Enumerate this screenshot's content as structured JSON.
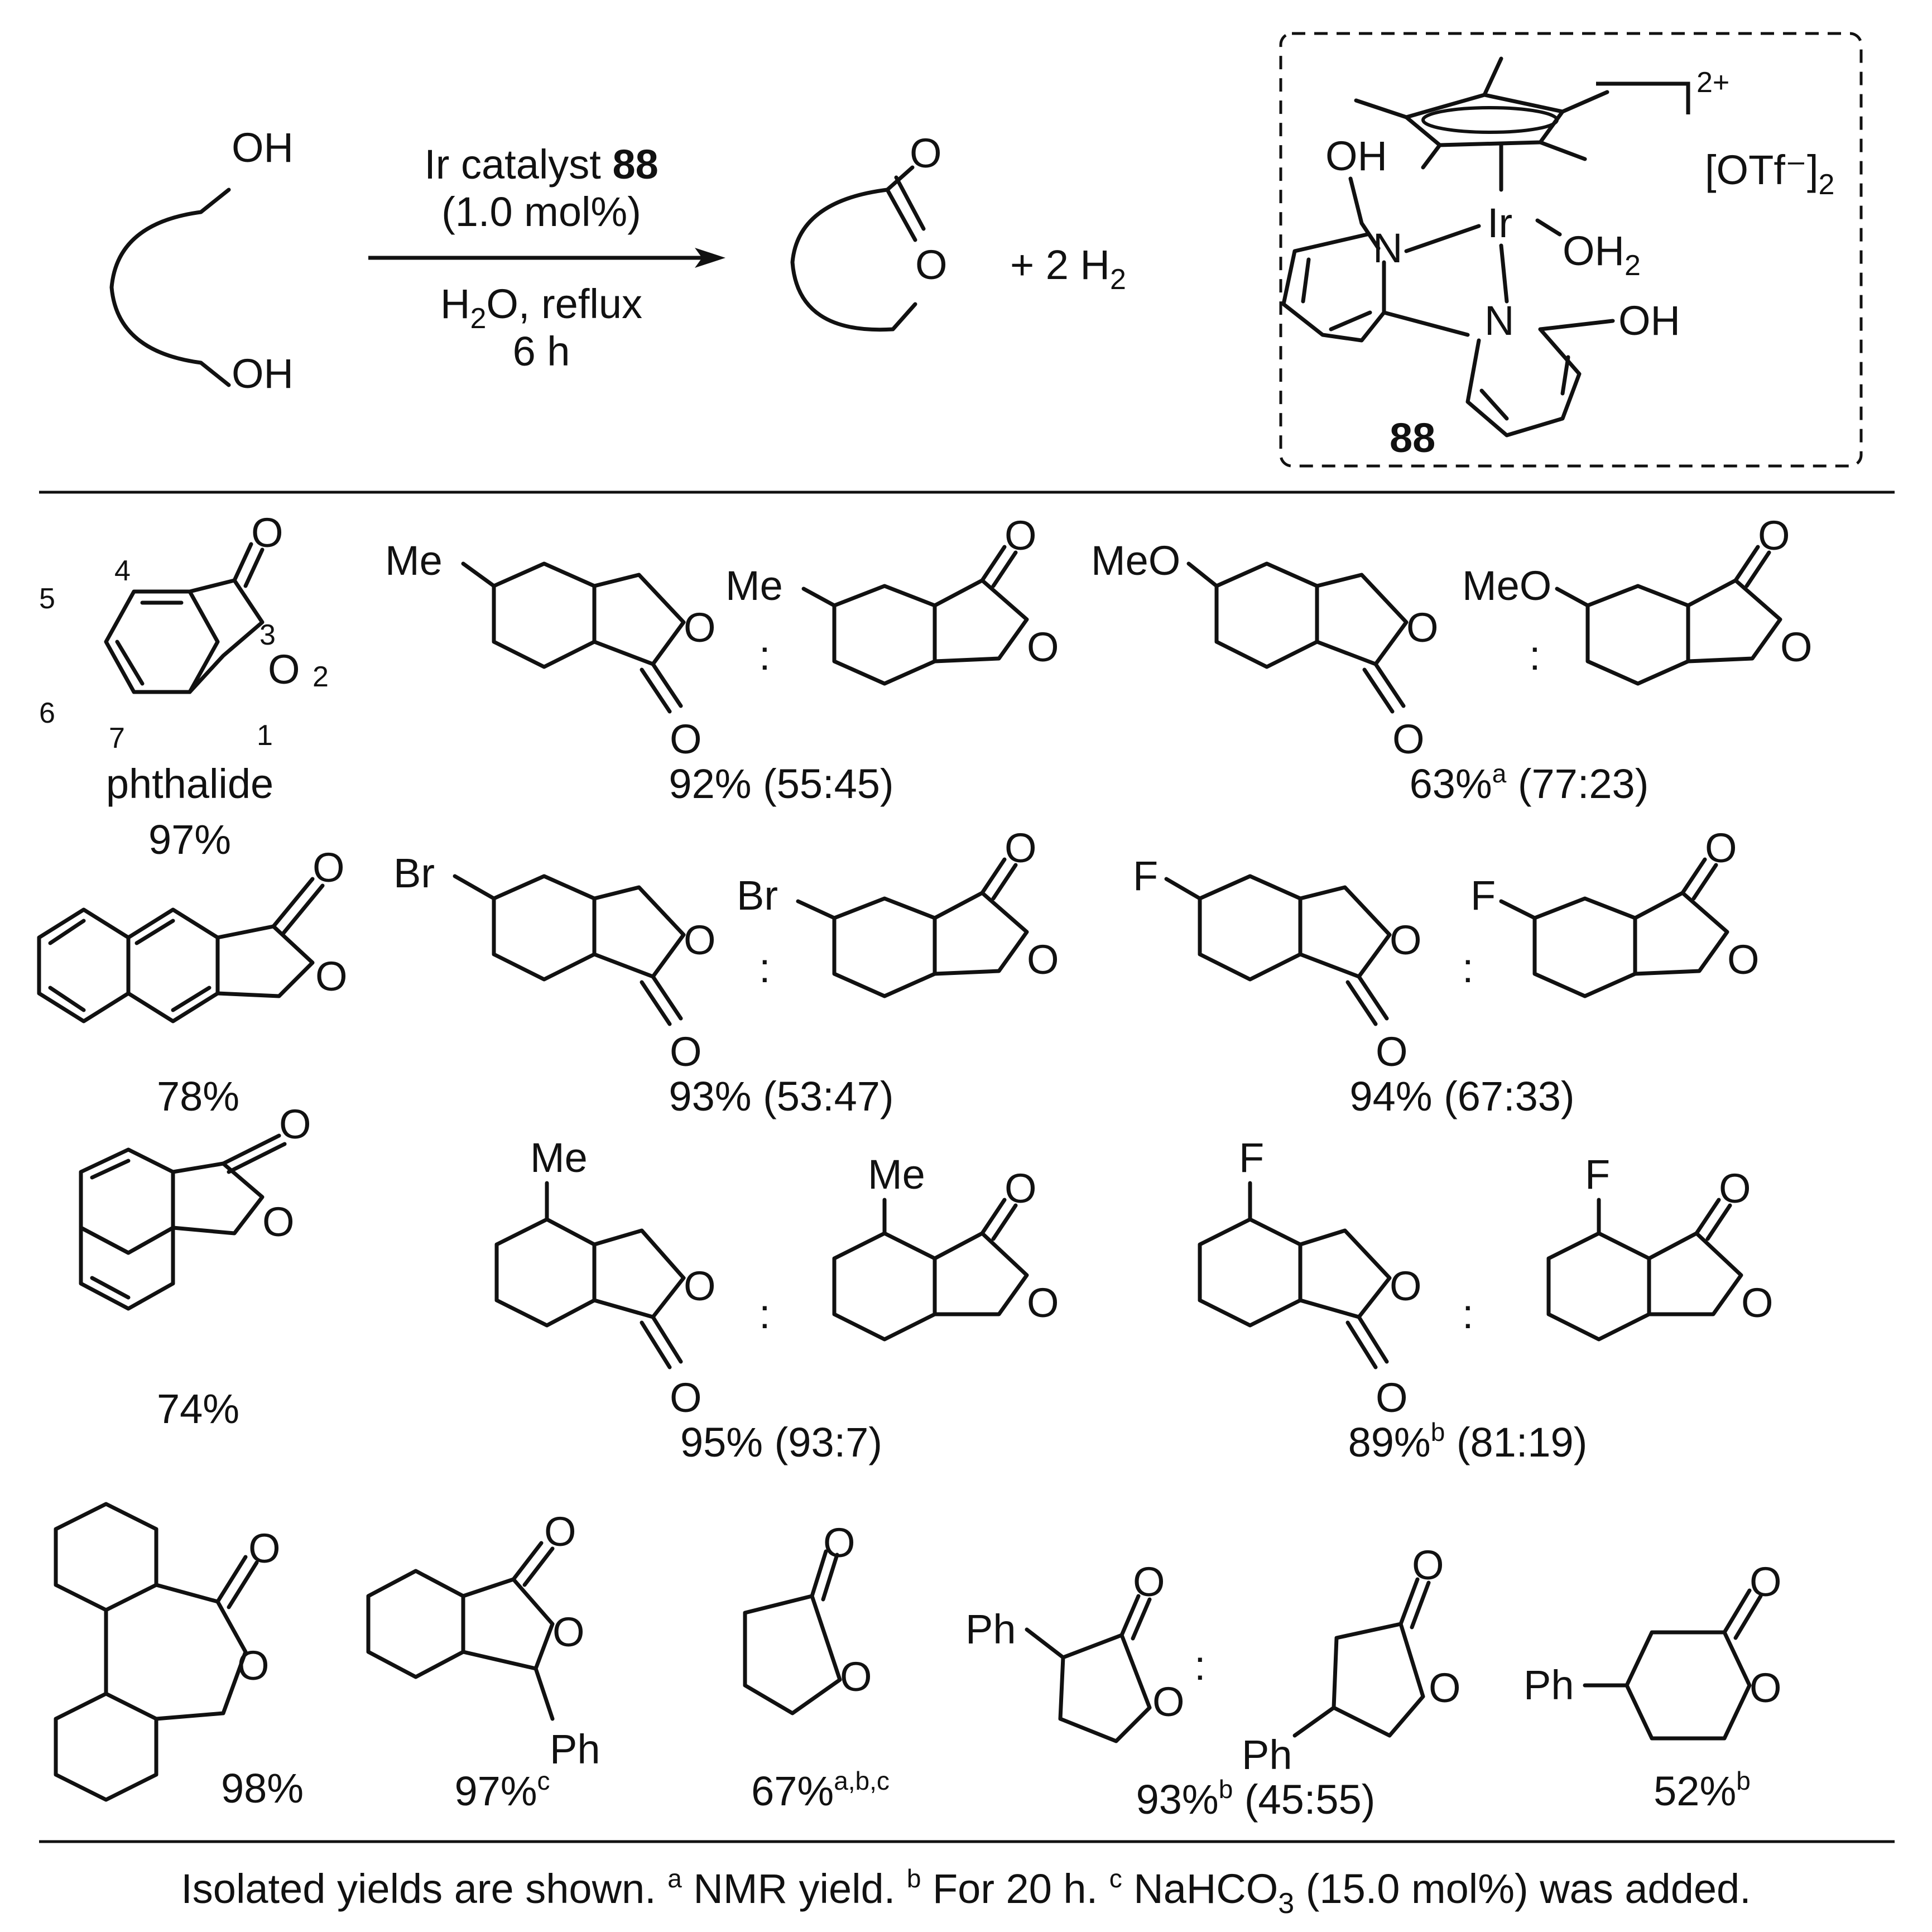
{
  "reaction": {
    "oh": "OH",
    "catalyst_prefix": "Ir catalyst ",
    "catalyst_number": "88",
    "loading": "(1.0 mol%)",
    "solvent_h": "H",
    "solvent_rest": "O, reflux",
    "time": "6 h",
    "o": "O",
    "plus_h2": "+  2 H",
    "sub2": "2"
  },
  "catalyst": {
    "charge": "2+",
    "counterion": "[OTf⁻]",
    "ir": "Ir",
    "oh2": "OH",
    "oh": "OH",
    "n": "N",
    "number": "88"
  },
  "labels": {
    "o": "O",
    "colon": ":",
    "ph": "Ph"
  },
  "products": [
    {
      "name": "phthalide",
      "yield": "97%",
      "pos1": "1",
      "pos2": "2",
      "pos3": "3",
      "pos4": "4",
      "pos5": "5",
      "pos6": "6",
      "pos7": "7"
    },
    {
      "substituent": "Me",
      "yield": "92% (55:45)"
    },
    {
      "substituent": "MeO",
      "yield_value": "63%",
      "note": "a",
      "ratio": " (77:23)"
    },
    {
      "yield": "78%"
    },
    {
      "substituent": "Br",
      "yield": "93% (53:47)"
    },
    {
      "substituent": "F",
      "yield": "94% (67:33)"
    },
    {
      "yield": "74%"
    },
    {
      "substituent": "Me",
      "yield": "95% (93:7)"
    },
    {
      "substituent": "F",
      "yield_value": "89%",
      "note": "b",
      "ratio": " (81:19)"
    },
    {
      "yield": "98%"
    },
    {
      "yield_value": "97%",
      "note": "c"
    },
    {
      "yield_value": "67%",
      "note": "a,b,c"
    },
    {
      "yield_value": "93%",
      "note": "b",
      "ratio": " (45:55)"
    },
    {
      "yield_value": "52%",
      "note": "b"
    }
  ],
  "footnote": {
    "part1": "Isolated yields are shown. ",
    "a": "a",
    "part2": " NMR yield. ",
    "b": "b",
    "part3": " For 20 h. ",
    "c": "c",
    "part4": " NaHCO",
    "sub3": "3",
    "part5": " (15.0 mol%) was added."
  }
}
